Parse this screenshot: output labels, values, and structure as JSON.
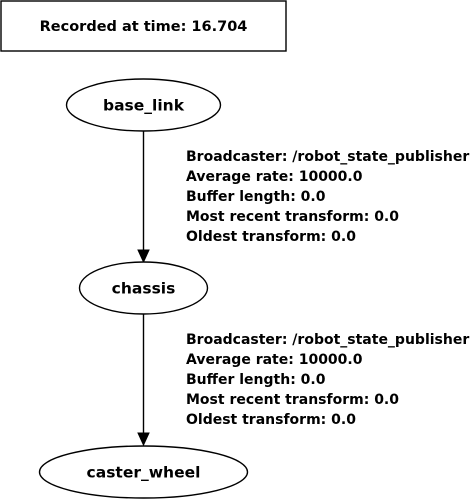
{
  "header": {
    "recorded_label": "Recorded at time: 16.704"
  },
  "nodes": {
    "base_link": "base_link",
    "chassis": "chassis",
    "caster_wheel": "caster_wheel"
  },
  "edges": [
    {
      "from": "base_link",
      "to": "chassis",
      "broadcaster": "Broadcaster: /robot_state_publisher",
      "average_rate": "Average rate: 10000.0",
      "buffer_length": "Buffer length: 0.0",
      "most_recent": "Most recent transform: 0.0",
      "oldest": "Oldest transform: 0.0"
    },
    {
      "from": "chassis",
      "to": "caster_wheel",
      "broadcaster": "Broadcaster: /robot_state_publisher",
      "average_rate": "Average rate: 10000.0",
      "buffer_length": "Buffer length: 0.0",
      "most_recent": "Most recent transform: 0.0",
      "oldest": "Oldest transform: 0.0"
    }
  ]
}
